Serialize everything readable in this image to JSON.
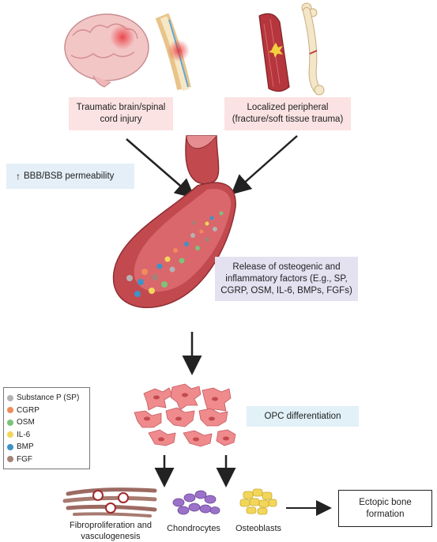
{
  "boxes": {
    "brain_injury": "Traumatic brain/spinal cord injury",
    "peripheral": "Localized peripheral (fracture/soft tissue trauma)",
    "permeability": "BBB/BSB permeability",
    "release": "Release of osteogenic and inflammatory factors (E.g., SP, CGRP, OSM, IL-6, BMPs, FGFs)",
    "opc": "OPC differentiation",
    "ectopic": "Ectopic bone formation"
  },
  "labels": {
    "fibro": "Fibroproliferation and vasculogenesis",
    "chondro": "Chondrocytes",
    "osteo": "Osteoblasts"
  },
  "legend": [
    {
      "label": "Substance P (SP)",
      "color": "#b3b3b3"
    },
    {
      "label": "CGRP",
      "color": "#f08c5a"
    },
    {
      "label": "OSM",
      "color": "#7cc47a"
    },
    {
      "label": "IL-6",
      "color": "#f2d65a"
    },
    {
      "label": "BMP",
      "color": "#3d93c7"
    },
    {
      "label": "FGF",
      "color": "#a58277"
    }
  ]
}
